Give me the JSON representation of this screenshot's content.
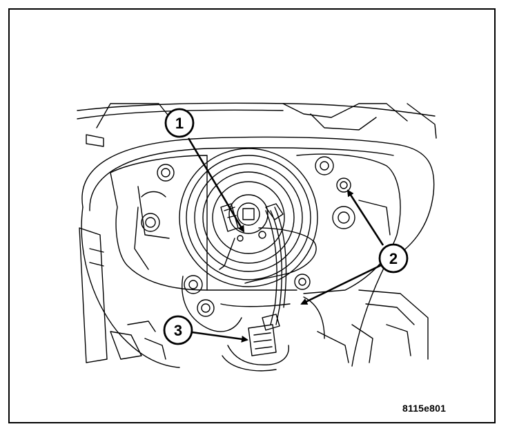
{
  "figure": {
    "code": "8115e801",
    "colors": {
      "line": "#000000",
      "background": "#ffffff"
    }
  },
  "callouts": [
    {
      "label": "1"
    },
    {
      "label": "2"
    },
    {
      "label": "3"
    }
  ]
}
